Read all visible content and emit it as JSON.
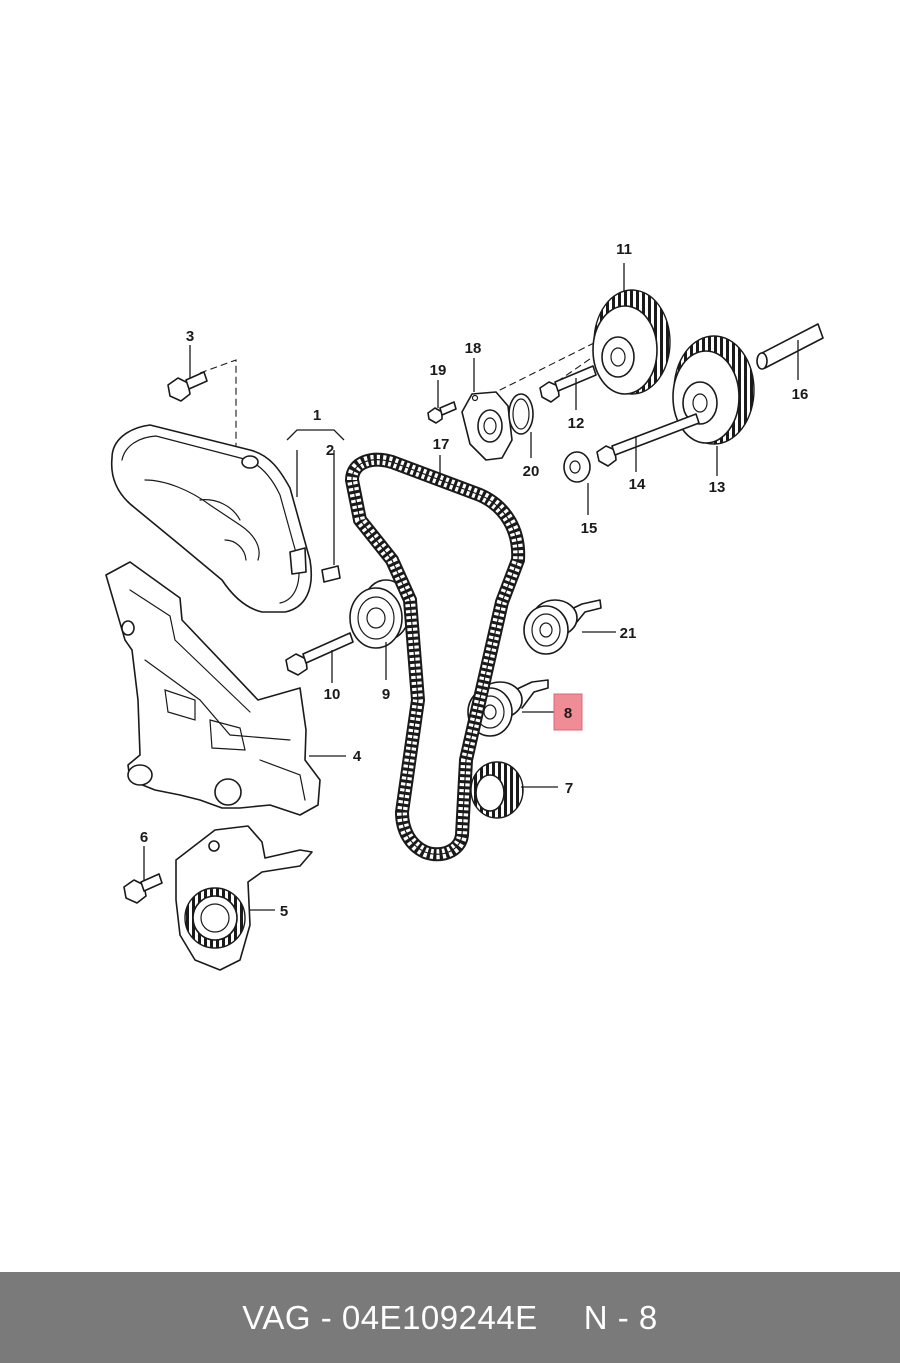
{
  "callouts": {
    "c1": "1",
    "c2": "2",
    "c3": "3",
    "c4": "4",
    "c5": "5",
    "c6": "6",
    "c7": "7",
    "c8": "8",
    "c9": "9",
    "c10": "10",
    "c11": "11",
    "c12": "12",
    "c13": "13",
    "c14": "14",
    "c15": "15",
    "c16": "16",
    "c17": "17",
    "c18": "18",
    "c19": "19",
    "c20": "20",
    "c21": "21"
  },
  "highlight": {
    "part": "8",
    "color": "#f08c96"
  },
  "footer": {
    "brand_part": "VAG - 04E109244E",
    "position": "N - 8",
    "background": "#7a7a7a"
  }
}
